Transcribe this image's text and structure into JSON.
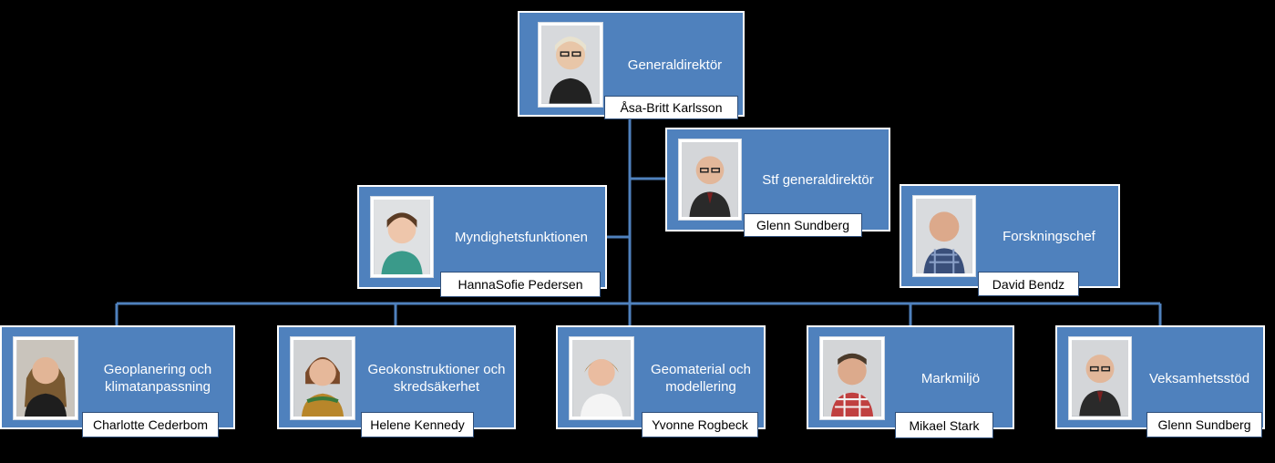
{
  "colors": {
    "box": "#4f81bd",
    "line": "#4f81bd",
    "background": "#000000"
  },
  "nodes": {
    "generaldirektor": {
      "title": "Generaldirektör",
      "name": "Åsa-Britt Karlsson",
      "photo_icon": "person-photo-icon"
    },
    "stf": {
      "title": "Stf generaldirektör",
      "name": "Glenn Sundberg",
      "photo_icon": "person-photo-icon"
    },
    "myndighet": {
      "title": "Myndighetsfunktionen",
      "name": "HannaSofie Pedersen",
      "photo_icon": "person-photo-icon"
    },
    "forskning": {
      "title": "Forskningschef",
      "name": "David Bendz",
      "photo_icon": "person-photo-icon"
    },
    "geoplanering": {
      "title": "Geoplanering och klimatanpassning",
      "name": "Charlotte Cederbom",
      "photo_icon": "person-photo-icon"
    },
    "geokonstruktioner": {
      "title": "Geokonstruktioner och skredsäkerhet",
      "name": "Helene Kennedy",
      "photo_icon": "person-photo-icon"
    },
    "geomaterial": {
      "title": "Geomaterial och modellering",
      "name": "Yvonne Rogbeck",
      "photo_icon": "person-photo-icon"
    },
    "markmiljo": {
      "title": "Markmiljö",
      "name": "Mikael Stark",
      "photo_icon": "person-photo-icon"
    },
    "verksamhet": {
      "title": "Veksamhetsstöd",
      "name": "Glenn Sundberg",
      "photo_icon": "person-photo-icon"
    }
  }
}
